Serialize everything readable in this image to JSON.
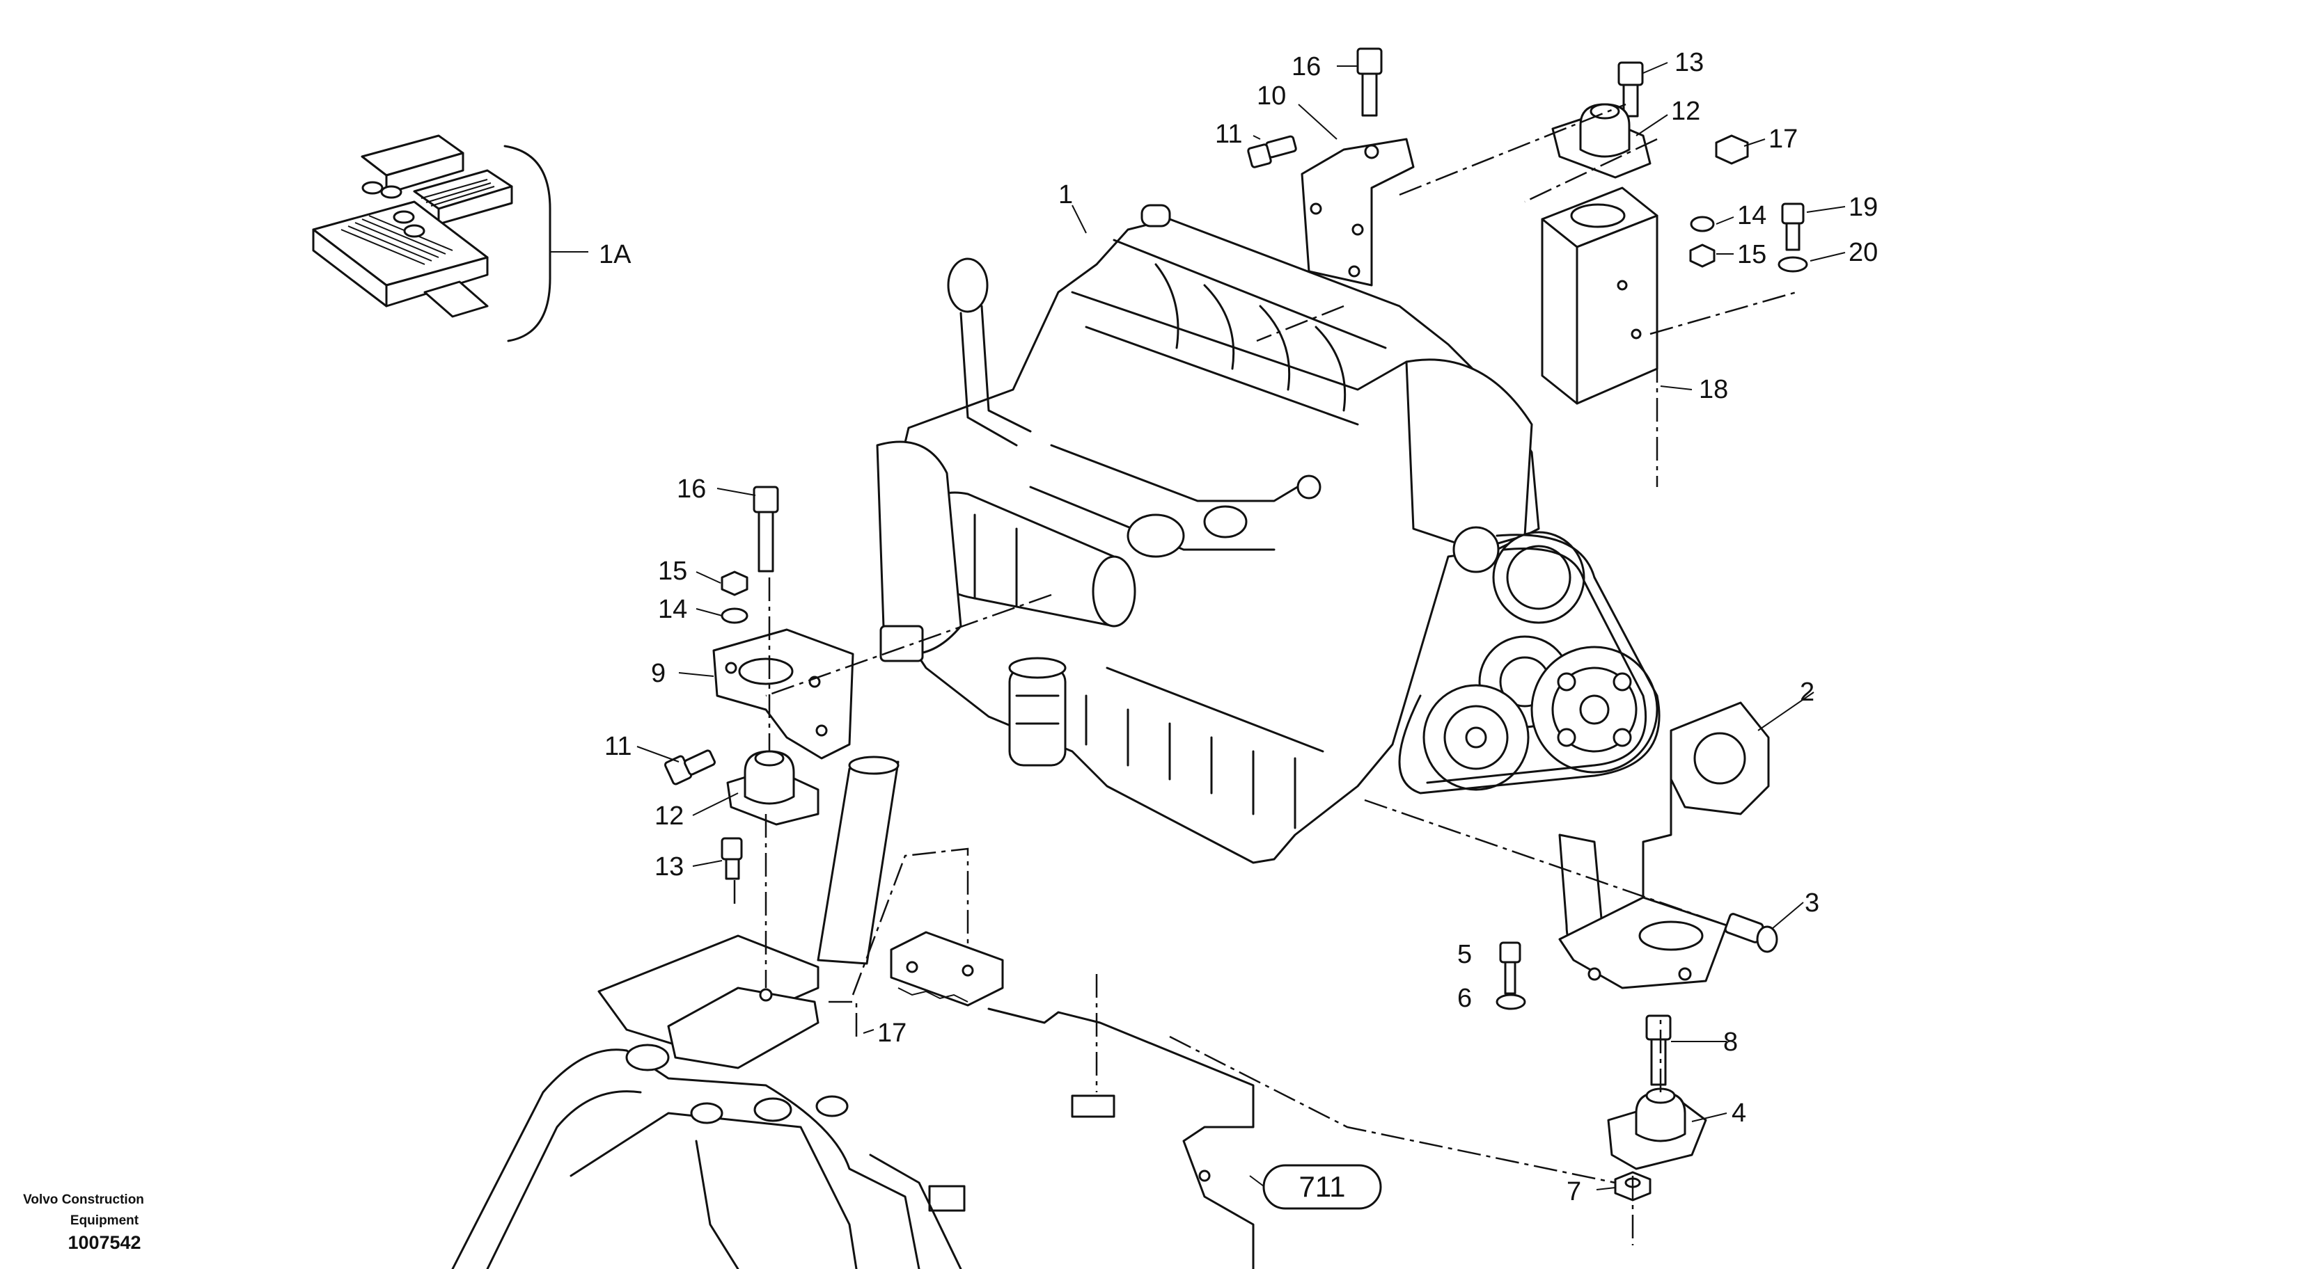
{
  "labels": {
    "l1": "1",
    "l1A": "1A",
    "l2": "2",
    "l3": "3",
    "l4": "4",
    "l5": "5",
    "l6": "6",
    "l7a": "7",
    "l8": "8",
    "l9": "9",
    "l10": "10",
    "l11a": "11",
    "l11b": "11",
    "l12a": "12",
    "l12b": "12",
    "l13a": "13",
    "l13b": "13",
    "l14a": "14",
    "l14b": "14",
    "l15a": "15",
    "l15b": "15",
    "l16a": "16",
    "l16b": "16",
    "l17a": "17",
    "l17b": "17",
    "l18": "18",
    "l19": "19",
    "l20": "20"
  },
  "ref_badge": "711",
  "credit": {
    "line1": "Volvo Construction",
    "line2": "Equipment",
    "number": "1007542"
  }
}
